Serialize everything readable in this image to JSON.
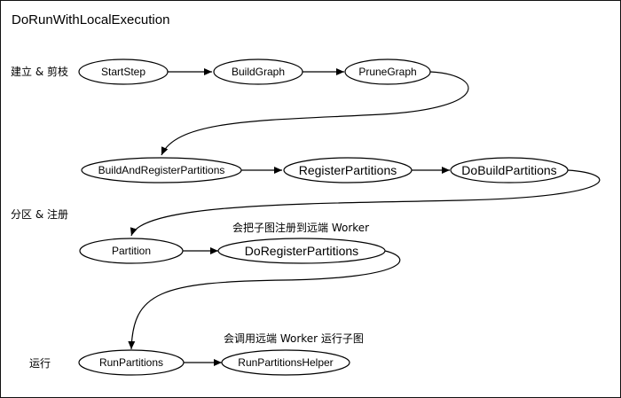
{
  "title": "DoRunWithLocalExecution",
  "sections": {
    "build_prune": "建立 & 剪枝",
    "partition_register": "分区 & 注册",
    "run": "运行"
  },
  "notes": {
    "register_to_worker": "会把子图注册到远端 Worker",
    "call_worker_run": "会调用远端 Worker 运行子图"
  },
  "nodes": {
    "start_step": "StartStep",
    "build_graph": "BuildGraph",
    "prune_graph": "PruneGraph",
    "build_and_register_partitions": "BuildAndRegisterPartitions",
    "register_partitions": "RegisterPartitions",
    "do_build_partitions": "DoBuildPartitions",
    "partition": "Partition",
    "do_register_partitions": "DoRegisterPartitions",
    "run_partitions": "RunPartitions",
    "run_partitions_helper": "RunPartitionsHelper"
  }
}
